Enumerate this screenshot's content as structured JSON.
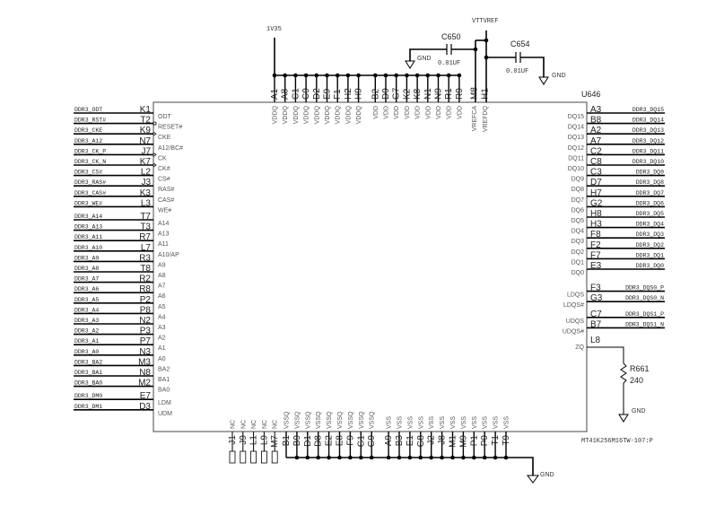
{
  "schematic": {
    "ref": "U646",
    "part": "MT41K256M16TW-107:P",
    "power_nets": {
      "vddq_net": "1V35",
      "vref_net": "VTTVREF",
      "gnd": "GND"
    },
    "left_pins": [
      {
        "net": "DDR3_ODT",
        "num": "K1",
        "name": "ODT",
        "gap": false,
        "clk": false
      },
      {
        "net": "DDR3_RST#",
        "num": "T2",
        "name": "RESET#",
        "gap": false,
        "clk": false,
        "bubble": true
      },
      {
        "net": "DDR3_CKE",
        "num": "K9",
        "name": "CKE",
        "gap": false,
        "clk": true
      },
      {
        "net": "DDR3_A12",
        "num": "N7",
        "name": "A12/BC#",
        "gap": false,
        "clk": false
      },
      {
        "net": "DDR3_CK_P",
        "num": "J7",
        "name": "CK",
        "gap": false,
        "clk": true
      },
      {
        "net": "DDR3_CK_N",
        "num": "K7",
        "name": "CK#",
        "gap": false,
        "clk": true
      },
      {
        "net": "DDR3_CS#",
        "num": "L2",
        "name": "CS#",
        "gap": false,
        "clk": false
      },
      {
        "net": "DDR3_RAS#",
        "num": "J3",
        "name": "RAS#",
        "gap": false,
        "clk": false
      },
      {
        "net": "DDR3_CAS#",
        "num": "K3",
        "name": "CAS#",
        "gap": false,
        "clk": false
      },
      {
        "net": "DDR3_WE#",
        "num": "L3",
        "name": "WE#",
        "gap": false,
        "clk": false
      },
      {
        "net": "DDR3_A14",
        "num": "T7",
        "name": "A14",
        "gap": true,
        "clk": false
      },
      {
        "net": "DDR3_A13",
        "num": "T3",
        "name": "A13",
        "gap": false,
        "clk": false
      },
      {
        "net": "DDR3_A11",
        "num": "R7",
        "name": "A11",
        "gap": false,
        "clk": false
      },
      {
        "net": "DDR3_A10",
        "num": "L7",
        "name": "A10/AP",
        "gap": false,
        "clk": false
      },
      {
        "net": "DDR3_A9",
        "num": "R3",
        "name": "A9",
        "gap": false,
        "clk": false
      },
      {
        "net": "DDR3_A8",
        "num": "T8",
        "name": "A8",
        "gap": false,
        "clk": false
      },
      {
        "net": "DDR3_A7",
        "num": "R2",
        "name": "A7",
        "gap": false,
        "clk": false
      },
      {
        "net": "DDR3_A6",
        "num": "R8",
        "name": "A6",
        "gap": false,
        "clk": false
      },
      {
        "net": "DDR3_A5",
        "num": "P2",
        "name": "A5",
        "gap": false,
        "clk": false
      },
      {
        "net": "DDR3_A4",
        "num": "P8",
        "name": "A4",
        "gap": false,
        "clk": false
      },
      {
        "net": "DDR3_A3",
        "num": "N2",
        "name": "A3",
        "gap": false,
        "clk": false
      },
      {
        "net": "DDR3_A2",
        "num": "P3",
        "name": "A2",
        "gap": false,
        "clk": false
      },
      {
        "net": "DDR3_A1",
        "num": "P7",
        "name": "A1",
        "gap": false,
        "clk": false
      },
      {
        "net": "DDR3_A0",
        "num": "N3",
        "name": "A0",
        "gap": false,
        "clk": false
      },
      {
        "net": "DDR3_BA2",
        "num": "M3",
        "name": "BA2",
        "gap": false,
        "clk": false
      },
      {
        "net": "DDR3_BA1",
        "num": "N8",
        "name": "BA1",
        "gap": false,
        "clk": false
      },
      {
        "net": "DDR3_BA0",
        "num": "M2",
        "name": "BA0",
        "gap": false,
        "clk": false
      },
      {
        "net": "DDR3_DM0",
        "num": "E7",
        "name": "LDM",
        "gap": true,
        "clk": false
      },
      {
        "net": "DDR3_DM1",
        "num": "D3",
        "name": "UDM",
        "gap": false,
        "clk": false
      }
    ],
    "right_pins": [
      {
        "net": "DDR3_DQ15",
        "num": "A3",
        "name": "DQ15",
        "gap": false
      },
      {
        "net": "DDR3_DQ14",
        "num": "B8",
        "name": "DQ14",
        "gap": false
      },
      {
        "net": "DDR3_DQ13",
        "num": "A2",
        "name": "DQ13",
        "gap": false
      },
      {
        "net": "DDR3_DQ12",
        "num": "A7",
        "name": "DQ12",
        "gap": false
      },
      {
        "net": "DDR3_DQ11",
        "num": "C2",
        "name": "DQ11",
        "gap": false
      },
      {
        "net": "DDR3_DQ10",
        "num": "C8",
        "name": "DQ10",
        "gap": false
      },
      {
        "net": "DDR3_DQ9",
        "num": "C3",
        "name": "DQ9",
        "gap": false
      },
      {
        "net": "DDR3_DQ8",
        "num": "D7",
        "name": "DQ8",
        "gap": false
      },
      {
        "net": "DDR3_DQ7",
        "num": "H7",
        "name": "DQ7",
        "gap": false
      },
      {
        "net": "DDR3_DQ6",
        "num": "G2",
        "name": "DQ6",
        "gap": false
      },
      {
        "net": "DDR3_DQ5",
        "num": "H8",
        "name": "DQ5",
        "gap": false
      },
      {
        "net": "DDR3_DQ4",
        "num": "H3",
        "name": "DQ4",
        "gap": false
      },
      {
        "net": "DDR3_DQ3",
        "num": "F8",
        "name": "DQ3",
        "gap": false
      },
      {
        "net": "DDR3_DQ2",
        "num": "F2",
        "name": "DQ2",
        "gap": false
      },
      {
        "net": "DDR3_DQ1",
        "num": "F7",
        "name": "DQ1",
        "gap": false
      },
      {
        "net": "DDR3_DQ0",
        "num": "E3",
        "name": "DQ0",
        "gap": false
      },
      {
        "net": "DDR3_DQS0_P",
        "num": "F3",
        "name": "LDQS",
        "gap": true
      },
      {
        "net": "DDR3_DQS0_N",
        "num": "G3",
        "name": "LDQS#",
        "gap": false
      },
      {
        "net": "DDR3_DQS1_P",
        "num": "C7",
        "name": "UDQS",
        "gap": true
      },
      {
        "net": "DDR3_DQS1_N",
        "num": "B7",
        "name": "UDQS#",
        "gap": false
      },
      {
        "net": "",
        "num": "L8",
        "name": "ZQ",
        "gap": true
      }
    ],
    "top_pins": [
      {
        "num": "A1",
        "name": "VDDQ"
      },
      {
        "num": "A8",
        "name": "VDDQ"
      },
      {
        "num": "C1",
        "name": "VDDQ"
      },
      {
        "num": "C9",
        "name": "VDDQ"
      },
      {
        "num": "D2",
        "name": "VDDQ"
      },
      {
        "num": "E9",
        "name": "VDDQ"
      },
      {
        "num": "F1",
        "name": "VDDQ"
      },
      {
        "num": "H2",
        "name": "VDDQ"
      },
      {
        "num": "H9",
        "name": "VDDQ"
      },
      {
        "num": "B2",
        "name": "VDD"
      },
      {
        "num": "D9",
        "name": "VDD"
      },
      {
        "num": "G7",
        "name": "VDD"
      },
      {
        "num": "K2",
        "name": "VDD"
      },
      {
        "num": "K8",
        "name": "VDD"
      },
      {
        "num": "N1",
        "name": "VDD"
      },
      {
        "num": "N9",
        "name": "VDD"
      },
      {
        "num": "R1",
        "name": "VDD"
      },
      {
        "num": "R9",
        "name": "VDD"
      },
      {
        "num": "M8",
        "name": "VREFCA"
      },
      {
        "num": "H1",
        "name": "VREFDQ"
      }
    ],
    "bottom_nc_pins": [
      {
        "num": "J1",
        "name": "NC"
      },
      {
        "num": "J9",
        "name": "NC"
      },
      {
        "num": "L1",
        "name": "NC"
      },
      {
        "num": "L9",
        "name": "NC"
      },
      {
        "num": "M7",
        "name": "NC"
      }
    ],
    "bottom_gnd_pins": [
      {
        "num": "B1",
        "name": "VSSQ"
      },
      {
        "num": "B9",
        "name": "VSSQ"
      },
      {
        "num": "D1",
        "name": "VSSQ"
      },
      {
        "num": "D8",
        "name": "VSSQ"
      },
      {
        "num": "E2",
        "name": "VSSQ"
      },
      {
        "num": "E8",
        "name": "VSSQ"
      },
      {
        "num": "F9",
        "name": "VSSQ"
      },
      {
        "num": "G1",
        "name": "VSSQ"
      },
      {
        "num": "G9",
        "name": "VSSQ"
      },
      {
        "num": "A9",
        "name": "VSS"
      },
      {
        "num": "B3",
        "name": "VSS"
      },
      {
        "num": "E1",
        "name": "VSS"
      },
      {
        "num": "G8",
        "name": "VSS"
      },
      {
        "num": "J2",
        "name": "VSS"
      },
      {
        "num": "J8",
        "name": "VSS"
      },
      {
        "num": "M1",
        "name": "VSS"
      },
      {
        "num": "M9",
        "name": "VSS"
      },
      {
        "num": "P1",
        "name": "VSS"
      },
      {
        "num": "P9",
        "name": "VSS"
      },
      {
        "num": "T1",
        "name": "VSS"
      },
      {
        "num": "T9",
        "name": "VSS"
      }
    ],
    "capacitors": [
      {
        "ref": "C650",
        "value": "0.01UF",
        "gnd": "GND"
      },
      {
        "ref": "C654",
        "value": "0.01UF",
        "gnd": "GND"
      }
    ],
    "resistor": {
      "ref": "R661",
      "value": "240",
      "gnd": "GND"
    }
  }
}
